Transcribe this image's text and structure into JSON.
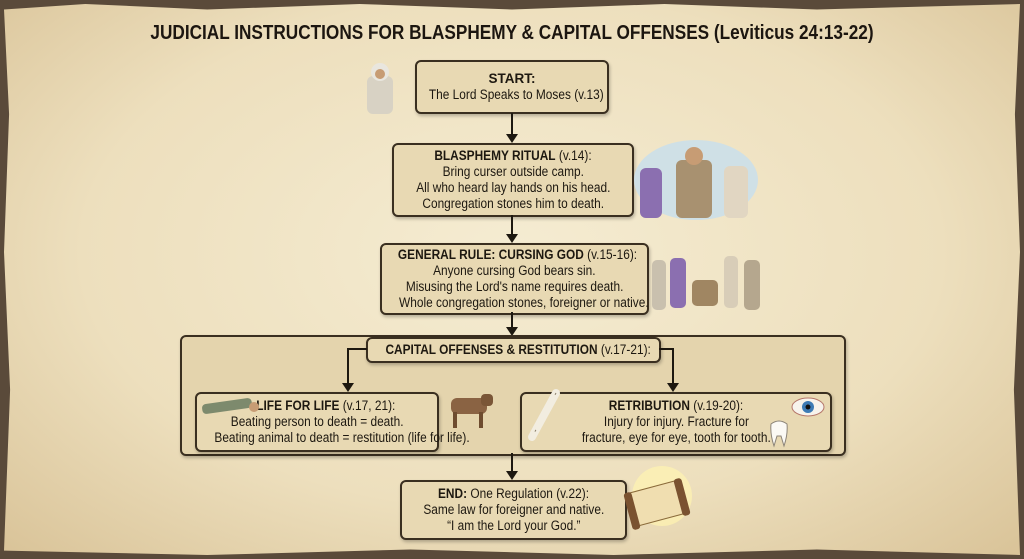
{
  "title": "JUDICIAL INSTRUCTIONS FOR BLASPHEMY & CAPITAL OFFENSES (Leviticus 24:13-22)",
  "start": {
    "heading": "START:",
    "lines": [
      "The Lord Speaks to Moses (v.13)"
    ]
  },
  "blasphemy": {
    "heading": "BLASPHEMY RITUAL",
    "ref": "(v.14):",
    "lines": [
      "Bring curser outside camp.",
      "All who heard lay hands on his head.",
      "Congregation stones him to death."
    ]
  },
  "general": {
    "heading": "GENERAL RULE: CURSING GOD",
    "ref": "(v.15-16):",
    "lines": [
      "Anyone cursing God bears sin.",
      "Misusing the Lord's name requires death.",
      "Whole congregation stones, foreigner or native."
    ]
  },
  "capital": {
    "heading": "CAPITAL OFFENSES & RESTITUTION",
    "ref": "(v.17-21):"
  },
  "life": {
    "heading": "LIFE FOR LIFE",
    "ref": "(v.17, 21):",
    "lines": [
      "Beating person to death = death.",
      "Beating animal to death = restitution (life for life)."
    ]
  },
  "retribution": {
    "heading": "RETRIBUTION",
    "ref": "(v.19-20):",
    "lines": [
      "Injury for injury. Fracture for",
      "fracture, eye for eye, tooth for tooth."
    ]
  },
  "end": {
    "heading": "END:",
    "heading_rest": "One Regulation (v.22):",
    "lines": [
      "Same law for foreigner and native.",
      "“I am the Lord your God.”"
    ]
  },
  "colors": {
    "parchment": "#eddfbd",
    "box": "#e8d9b3",
    "border": "#3a2f20"
  }
}
